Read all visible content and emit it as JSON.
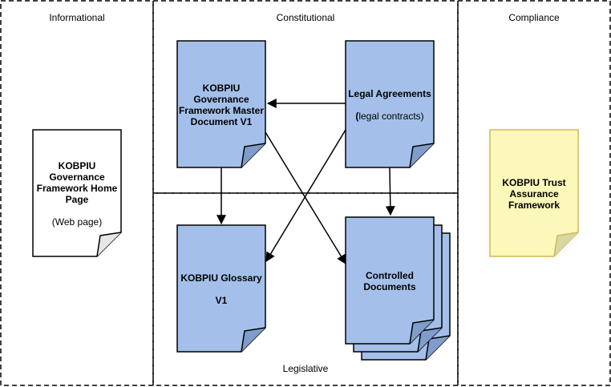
{
  "zones": {
    "informational": "Informational",
    "constitutional": "Constitutional",
    "compliance": "Compliance",
    "legislative": "Legislative"
  },
  "documents": {
    "home_page": {
      "line1": "KOBPIU",
      "line2": "Governance",
      "line3": "Framework Home",
      "line4": "Page",
      "note": "(Web page)"
    },
    "master_document": {
      "line1": "KOBPIU",
      "line2": "Governance",
      "line3": "Framework Master",
      "line4": "Document V1"
    },
    "legal_agreements": {
      "title": "Legal Agreements",
      "note_bold": "(",
      "note": "legal contracts)"
    },
    "glossary": {
      "line1": "KOBPIU Glossary",
      "line2": "V1"
    },
    "controlled_documents": {
      "line1": "Controlled",
      "line2": "Documents"
    },
    "trust_framework": {
      "line1": "KOBPIU Trust",
      "line2": "Assurance",
      "line3": "Framework"
    }
  },
  "colors": {
    "doc_blue": "#a4c0ea",
    "doc_yellow": "#fbf8b9",
    "yellow_stroke": "#d4b85c",
    "stroke": "#000000"
  }
}
